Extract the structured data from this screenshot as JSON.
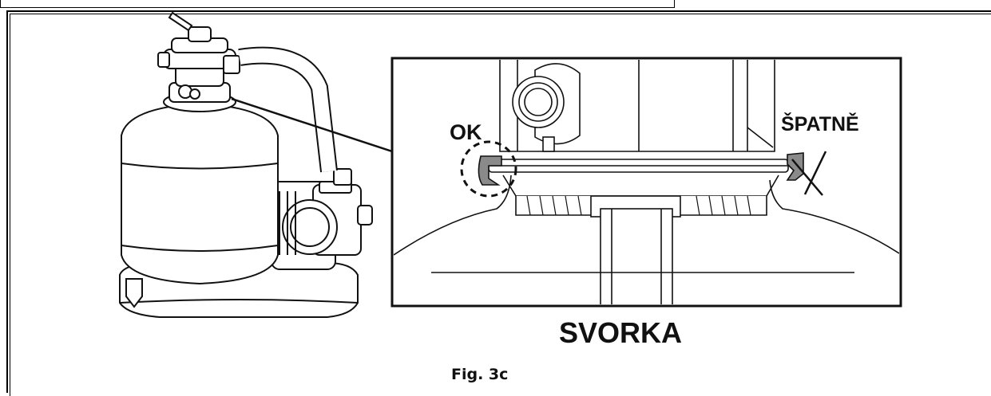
{
  "labels": {
    "ok": "OK",
    "wrong": "ŠPATNĚ",
    "clamp": "SVORKA",
    "figure": "Fig. 3c"
  },
  "colors": {
    "line": "#111111",
    "fill": "#ffffff",
    "shade": "#cfcfcf",
    "dark_shade": "#8a8a8a"
  },
  "icons": {
    "wrong_mark": "x-cross-icon",
    "ok_mark": "dashed-circle-icon"
  }
}
